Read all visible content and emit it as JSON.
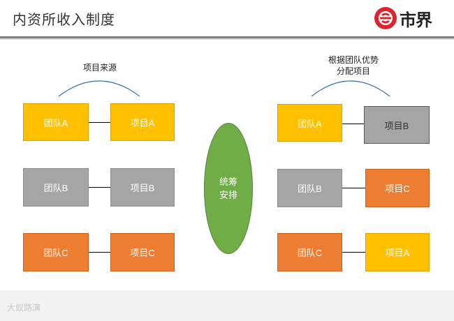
{
  "header": {
    "title": "内资所收入制度",
    "logo_text": "市界"
  },
  "left_panel": {
    "heading": "项目来源",
    "rows": [
      {
        "team": "团队A",
        "project": "项目A",
        "team_color": "yellow",
        "project_color": "yellow"
      },
      {
        "team": "团队B",
        "project": "项目B",
        "team_color": "gray",
        "project_color": "gray"
      },
      {
        "team": "团队C",
        "project": "项目C",
        "team_color": "orange",
        "project_color": "orange"
      }
    ]
  },
  "center": {
    "label_line1": "统筹",
    "label_line2": "安排"
  },
  "right_panel": {
    "heading_line1": "根据团队优势",
    "heading_line2": "分配项目",
    "rows": [
      {
        "team": "团队A",
        "project": "项目B",
        "team_color": "yellow",
        "project_color": "gray"
      },
      {
        "team": "团队B",
        "project": "项目C",
        "team_color": "gray",
        "project_color": "orange"
      },
      {
        "team": "团队C",
        "project": "项目A",
        "team_color": "orange",
        "project_color": "yellow"
      }
    ]
  },
  "footer": {
    "watermark": "大蚁路演"
  },
  "colors": {
    "yellow": "#ffc000",
    "gray": "#a5a5a5",
    "orange": "#ed7d31",
    "green": "#70ad47",
    "brand_red": "#d9252b"
  }
}
